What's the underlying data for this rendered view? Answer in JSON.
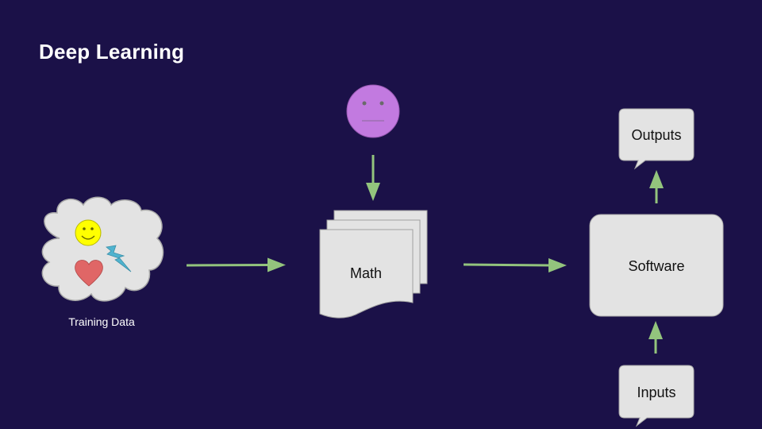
{
  "slide": {
    "title": "Deep Learning"
  },
  "diagram": {
    "training_data_label": "Training Data",
    "math_label": "Math",
    "software_label": "Software",
    "outputs_label": "Outputs",
    "inputs_label": "Inputs",
    "icons": [
      "cloud-icon",
      "smiley-icon",
      "heart-icon",
      "lightning-icon",
      "neutral-face-icon",
      "document-stack-icon",
      "speech-bubble-icon"
    ],
    "colors": {
      "background": "#1b1148",
      "arrow": "#93c47d",
      "box_fill": "#e3e3e3",
      "face_fill": "#c27ae0",
      "smiley_fill": "#ffff00",
      "heart_fill": "#e06666",
      "lightning_fill": "#4fb3cf"
    }
  }
}
